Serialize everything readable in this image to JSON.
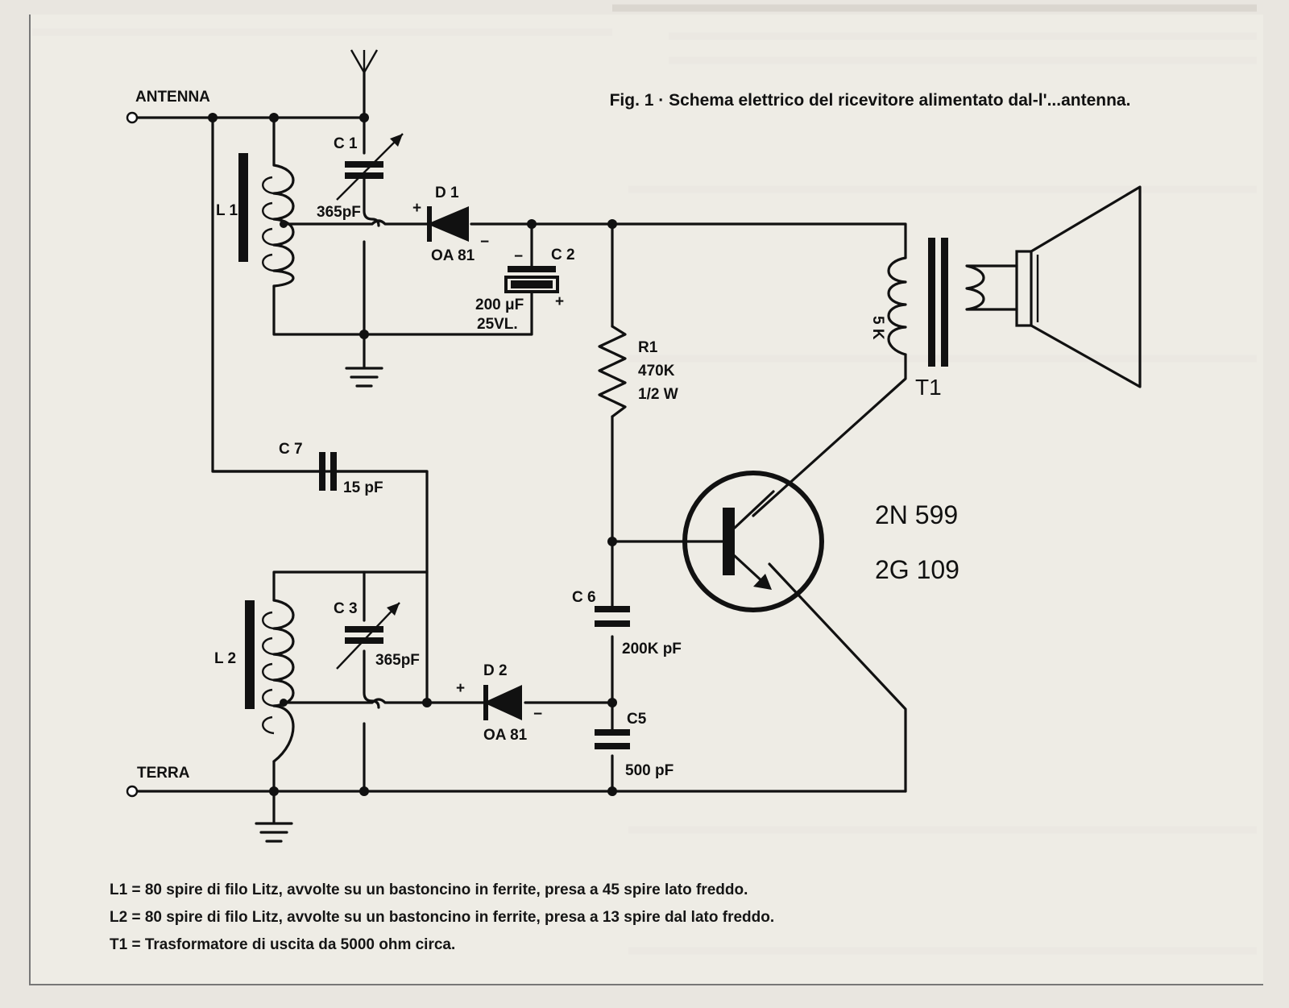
{
  "figure": {
    "caption": "Fig. 1 · Schema elettrico del ricevitore alimentato dal-l'...antenna."
  },
  "labels": {
    "antenna": "ANTENNA",
    "terra": "TERRA",
    "l1": "L 1",
    "l2": "L 2",
    "c1": "C 1",
    "c1_value": "365pF",
    "c2": "C 2",
    "c2_value": "200 μF",
    "c2_voltage": "25VL.",
    "c3": "C 3",
    "c3_value": "365pF",
    "c5": "C5",
    "c5_value": "500 pF",
    "c6": "C 6",
    "c6_value": "200K pF",
    "c7": "C 7",
    "c7_value": "15 pF",
    "d1": "D 1",
    "d1_type": "OA 81",
    "d2": "D 2",
    "d2_type": "OA 81",
    "r1": "R1",
    "r1_value": "470K",
    "r1_power": "1/2 W",
    "t1": "T1",
    "t1_primary": "5 K",
    "transistor_1": "2N 599",
    "transistor_2": "2G 109",
    "plus": "+",
    "minus": "−"
  },
  "legend": [
    "L1 = 80 spire di filo Litz, avvolte su un bastoncino in ferrite, presa a 45 spire lato freddo.",
    "L2 = 80 spire di filo Litz, avvolte su un bastoncino in ferrite, presa a 13 spire dal lato freddo.",
    "T1 = Trasformatore di uscita da 5000 ohm circa."
  ]
}
